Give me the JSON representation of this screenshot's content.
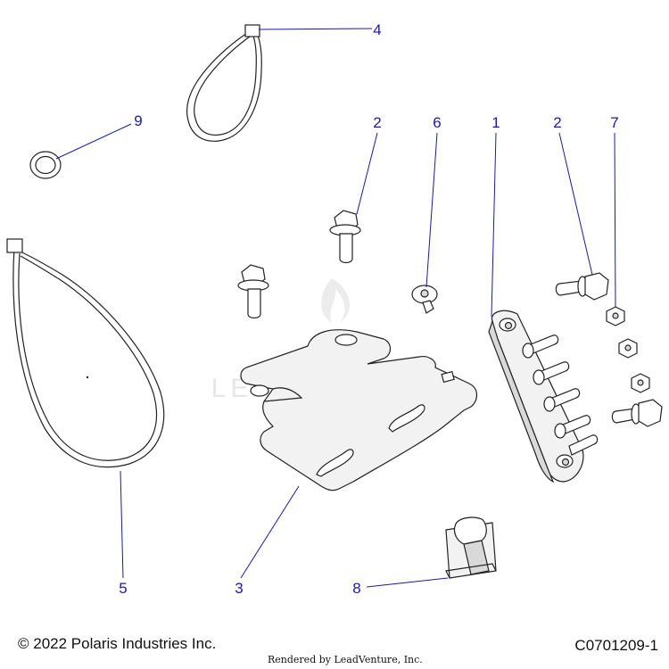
{
  "callouts": [
    {
      "id": "c1",
      "label": "1"
    },
    {
      "id": "c2a",
      "label": "2"
    },
    {
      "id": "c2b",
      "label": "2"
    },
    {
      "id": "c3",
      "label": "3"
    },
    {
      "id": "c4",
      "label": "4"
    },
    {
      "id": "c5",
      "label": "5"
    },
    {
      "id": "c6",
      "label": "6"
    },
    {
      "id": "c7",
      "label": "7"
    },
    {
      "id": "c8",
      "label": "8"
    },
    {
      "id": "c9",
      "label": "9"
    }
  ],
  "watermark": {
    "text": "LEADVENTURE"
  },
  "footer": {
    "copyright": "© 2022 Polaris Industries Inc.",
    "rendered_by": "Rendered by LeadVenture, Inc.",
    "diagram_id": "C0701209-1"
  },
  "colors": {
    "callout": "#1a1aa6",
    "line_art": "#222222",
    "watermark": "#e6e6e6"
  }
}
